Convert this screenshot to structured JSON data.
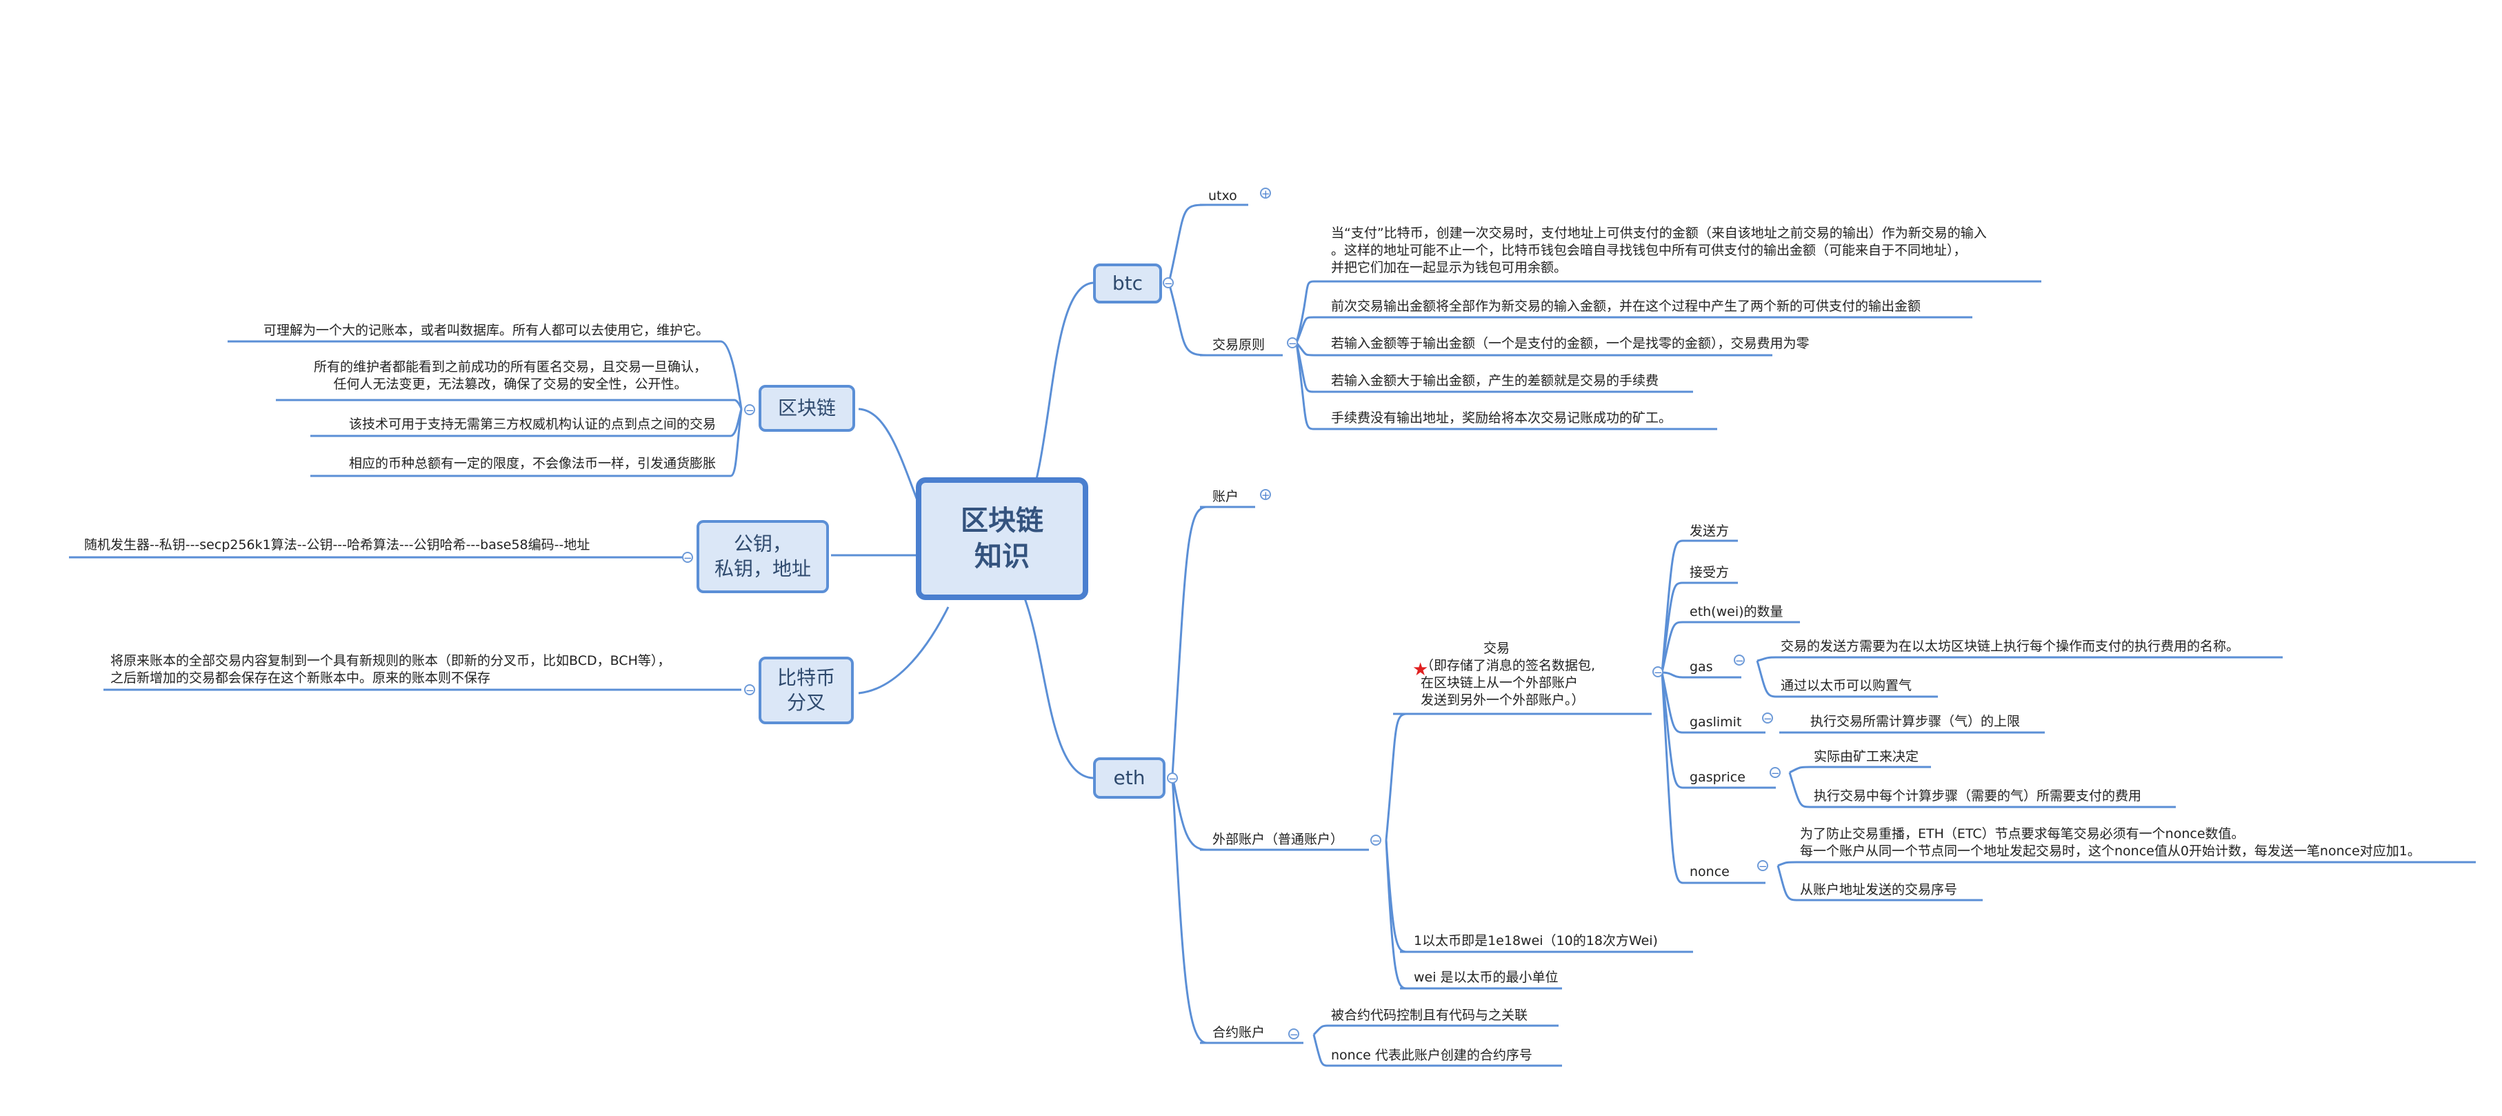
{
  "root": "区块链\n知识",
  "left": {
    "blockchain": {
      "label": "区块链",
      "items": [
        "可理解为一个大的记账本，或者叫数据库。所有人都可以去使用它，维护它。",
        "所有的维护者都能看到之前成功的所有匿名交易，且交易一旦确认，\n任何人无法变更，无法篡改，确保了交易的安全性，公开性。",
        "该技术可用于支持无需第三方权威机构认证的点到点之间的交易",
        "相应的币种总额有一定的限度，不会像法币一样，引发通货膨胀"
      ]
    },
    "keys": {
      "label": "公钥，\n私钥，地址",
      "items": [
        "随机发生器--私钥---secp256k1算法--公钥---哈希算法---公钥哈希---base58编码--地址"
      ]
    },
    "fork": {
      "label": "比特币\n分叉",
      "items": [
        "将原来账本的全部交易内容复制到一个具有新规则的账本（即新的分叉币，比如BCD，BCH等），\n之后新增加的交易都会保存在这个新账本中。原来的账本则不保存"
      ]
    }
  },
  "btc": {
    "label": "btc",
    "utxo": "utxo",
    "rules_label": "交易原则",
    "rules": [
      "当“支付”比特币，创建一次交易时，支付地址上可供支付的金额（来自该地址之前交易的输出）作为新交易的输入\n。这样的地址可能不止一个，比特币钱包会暗自寻找钱包中所有可供支付的输出金额（可能来自于不同地址），\n并把它们加在一起显示为钱包可用余额。",
      "前次交易输出金额将全部作为新交易的输入金额，并在这个过程中产生了两个新的可供支付的输出金额",
      "若输入金额等于输出金额（一个是支付的金额，一个是找零的金额），交易费用为零",
      "若输入金额大于输出金额，产生的差额就是交易的手续费",
      "手续费没有输出地址，奖励给将本次交易记账成功的矿工。"
    ]
  },
  "eth": {
    "label": "eth",
    "account": "账户",
    "external": {
      "label": "外部账户（普通账户）",
      "tx": {
        "label": "交易\n（即存储了消息的签名数据包,\n在区块链上从一个外部账户\n发送到另外一个外部账户。）",
        "fields": {
          "sender": "发送方",
          "receiver": "接受方",
          "amount": "eth(wei)的数量",
          "gas": "gas",
          "gas_items": [
            "交易的发送方需要为在以太坊区块链上执行每个操作而支付的执行费用的名称。",
            "通过以太币可以购置气"
          ],
          "gaslimit": "gaslimit",
          "gaslimit_items": [
            "执行交易所需计算步骤（气）的上限"
          ],
          "gasprice": "gasprice",
          "gasprice_items": [
            "实际由矿工来决定",
            "执行交易中每个计算步骤（需要的气）所需要支付的费用"
          ],
          "nonce": "nonce",
          "nonce_items": [
            "为了防止交易重播，ETH（ETC）节点要求每笔交易必须有一个nonce数值。\n每一个账户从同一个节点同一个地址发起交易时，这个nonce值从0开始计数，每发送一笔nonce对应加1。",
            "从账户地址发送的交易序号"
          ]
        }
      },
      "notes": [
        "1以太币即是1e18wei（10的18次方Wei)",
        "wei 是以太币的最小单位"
      ]
    },
    "contract": {
      "label": "合约账户",
      "items": [
        "被合约代码控制且有代码与之关联",
        "nonce 代表此账户创建的合约序号"
      ]
    }
  },
  "colors": {
    "line": "#5b8fd6",
    "fill": "#dbe7f7",
    "star": "#e02020"
  }
}
